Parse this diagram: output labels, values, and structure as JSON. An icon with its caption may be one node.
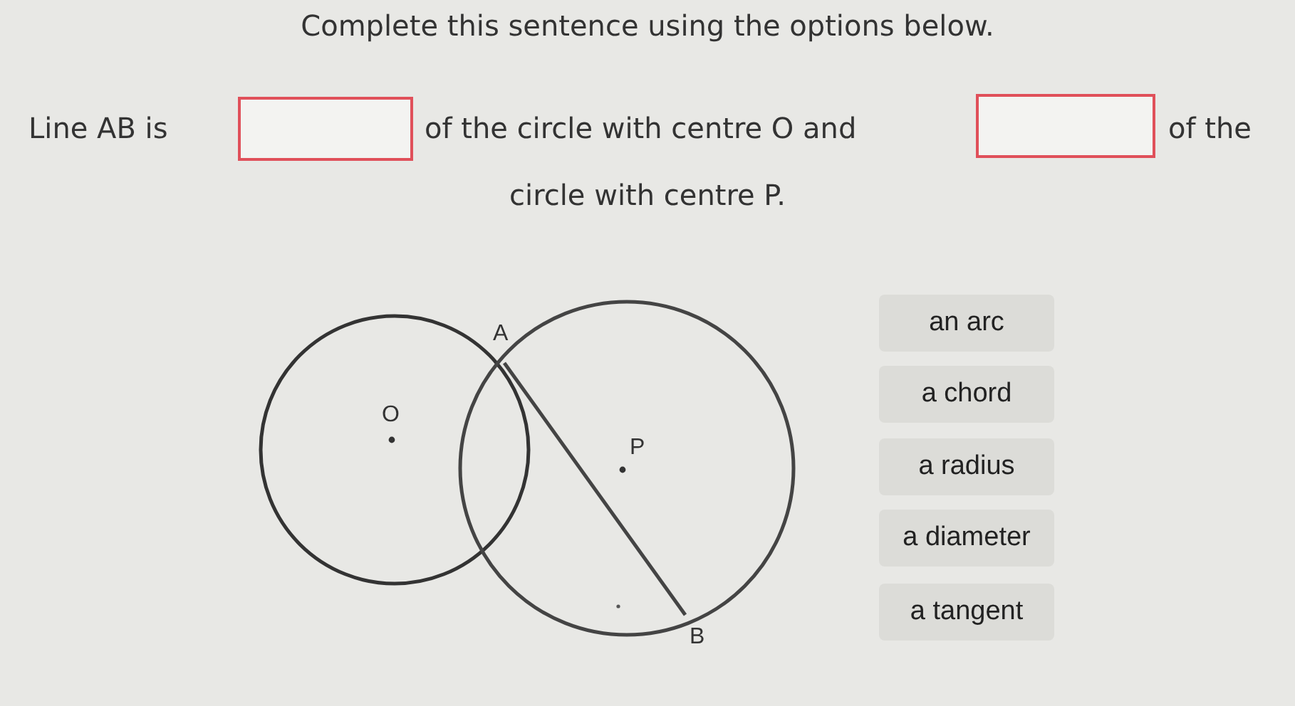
{
  "diagram": {
    "title": "Complete this sentence using the options below.",
    "nodes": [
      {
        "text": [],
        "shape": "box"
      },
      {
        "text": [],
        "shape": "box"
      },
      {
        "text": [
          "an arc"
        ]
      },
      {
        "text": [
          "a chord"
        ]
      },
      {
        "text": [
          "a radius"
        ]
      },
      {
        "text": [
          "a diameter"
        ]
      },
      {
        "text": [
          "a tangent"
        ]
      }
    ],
    "labels": [
      "Line AB is",
      "of the circle with centre O and",
      "of the",
      "circle with centre P.",
      "A",
      "O",
      "P",
      "B"
    ]
  }
}
